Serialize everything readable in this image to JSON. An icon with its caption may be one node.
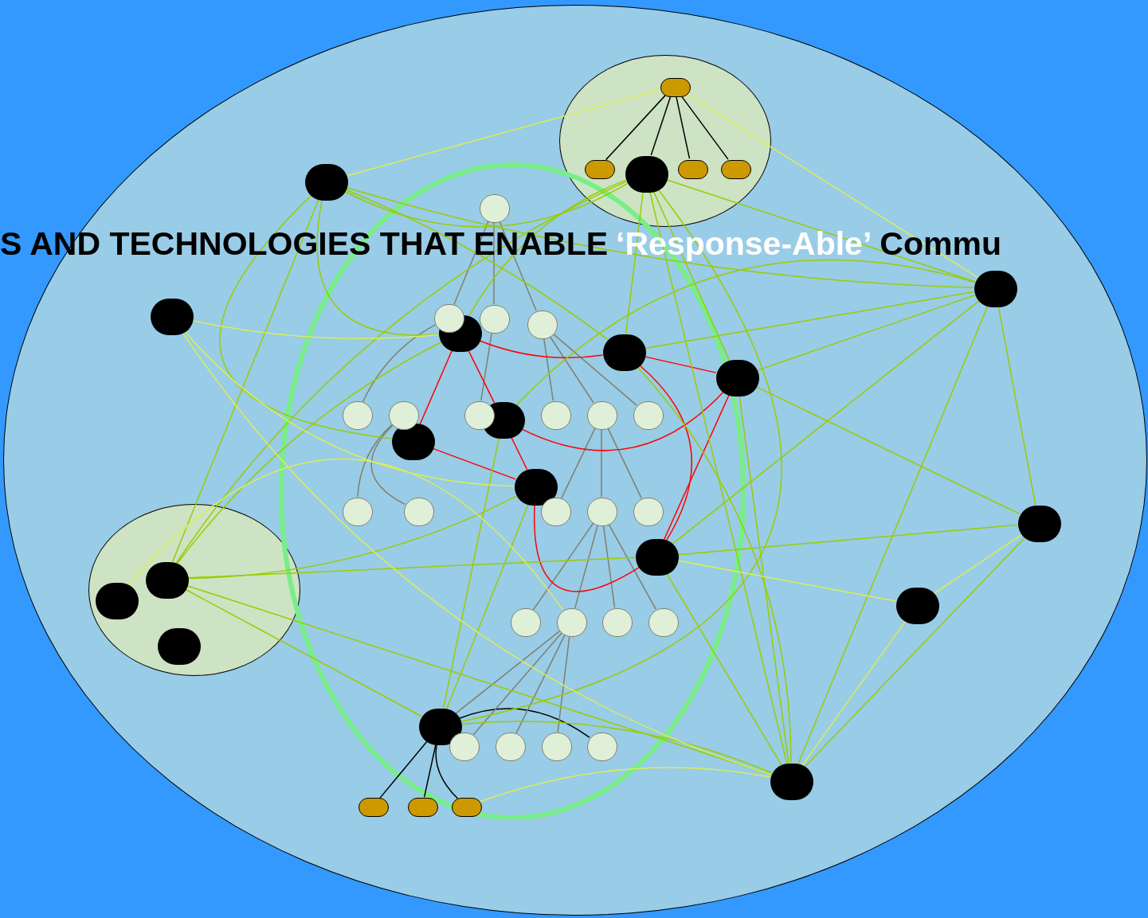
{
  "diagram": {
    "nodes": [
      {
        "text": [],
        "shape": "ellipse"
      },
      {
        "text": [],
        "shape": "ellipse",
        "in": 0
      },
      {
        "text": [],
        "shape": "ellipse",
        "in": 0
      },
      {
        "text": [],
        "shape": "circle",
        "in": 1
      },
      {
        "text": [],
        "shape": "circle",
        "in": 1
      },
      {
        "text": [],
        "shape": "circle",
        "in": 1
      },
      {
        "text": [],
        "shape": "circle",
        "in": 1
      },
      {
        "text": [],
        "shape": "circle",
        "in": 1
      },
      {
        "text": [],
        "shape": "circle",
        "in": 0
      },
      {
        "text": [],
        "shape": "circle",
        "in": 0
      },
      {
        "text": [],
        "shape": "circle",
        "in": 0
      },
      {
        "text": [],
        "shape": "circle",
        "in": 0
      },
      {
        "text": [],
        "shape": "circle",
        "in": 0
      },
      {
        "text": [],
        "shape": "circle",
        "in": 0
      },
      {
        "text": [],
        "shape": "circle",
        "in": 0
      },
      {
        "text": [],
        "shape": "circle",
        "in": 0
      },
      {
        "text": [],
        "shape": "circle",
        "in": 0
      },
      {
        "text": [],
        "shape": "circle",
        "in": 0
      },
      {
        "text": [],
        "shape": "circle",
        "in": 0
      },
      {
        "text": [],
        "shape": "circle",
        "in": 0
      },
      {
        "text": [],
        "shape": "circle",
        "in": 0
      },
      {
        "text": [],
        "shape": "circle",
        "in": 0
      },
      {
        "text": [],
        "shape": "circle",
        "in": 2
      },
      {
        "text": [],
        "shape": "circle",
        "in": 2
      },
      {
        "text": [],
        "shape": "circle",
        "in": 2
      },
      {
        "text": [],
        "shape": "circle",
        "in": 0
      },
      {
        "text": [],
        "shape": "circle",
        "in": 0
      },
      {
        "text": [],
        "shape": "circle",
        "in": 0
      },
      {
        "text": [],
        "shape": "circle",
        "in": 0
      },
      {
        "text": [],
        "shape": "circle",
        "in": 0
      },
      {
        "text": [],
        "shape": "circle",
        "in": 0
      },
      {
        "text": [],
        "shape": "circle",
        "in": 0
      },
      {
        "text": [],
        "shape": "circle",
        "in": 0
      },
      {
        "text": [],
        "shape": "circle",
        "in": 0
      },
      {
        "text": [],
        "shape": "circle",
        "in": 0
      },
      {
        "text": [],
        "shape": "circle",
        "in": 0
      },
      {
        "text": [],
        "shape": "circle",
        "in": 0
      },
      {
        "text": [],
        "shape": "circle",
        "in": 0
      },
      {
        "text": [],
        "shape": "circle",
        "in": 0
      },
      {
        "text": [],
        "shape": "circle",
        "in": 0
      },
      {
        "text": [],
        "shape": "circle",
        "in": 0
      },
      {
        "text": [],
        "shape": "circle",
        "in": 0
      },
      {
        "text": [],
        "shape": "circle",
        "in": 0
      },
      {
        "text": [],
        "shape": "circle",
        "in": 0
      },
      {
        "text": [],
        "shape": "circle",
        "in": 0
      },
      {
        "text": [],
        "shape": "circle",
        "in": 0
      },
      {
        "text": [],
        "shape": "circle",
        "in": 0
      },
      {
        "text": [],
        "shape": "circle",
        "in": 0
      },
      {
        "text": [],
        "shape": "circle",
        "in": 0
      },
      {
        "text": [],
        "shape": "circle",
        "in": 0
      },
      {
        "text": [],
        "shape": "circle",
        "in": 0
      }
    ],
    "edges": [
      {
        "from": 3,
        "to": 4,
        "arrow": "none",
        "color": "#000000"
      },
      {
        "from": 3,
        "to": 7,
        "arrow": "none",
        "color": "#000000"
      },
      {
        "from": 3,
        "to": 5,
        "arrow": "none",
        "color": "#000000"
      },
      {
        "from": 3,
        "to": 6,
        "arrow": "none",
        "color": "#000000"
      },
      {
        "from": 20,
        "to": 47,
        "arrow": "none",
        "color": "#000000"
      },
      {
        "from": 20,
        "to": 48,
        "arrow": "none",
        "color": "#000000"
      },
      {
        "from": 20,
        "to": 49,
        "arrow": "none",
        "color": "#000000"
      },
      {
        "from": 20,
        "to": 50,
        "arrow": "none",
        "color": "#000000"
      },
      {
        "from": 25,
        "to": 26,
        "arrow": "none",
        "color": "#808070"
      },
      {
        "from": 25,
        "to": 27,
        "arrow": "none",
        "color": "#808070"
      },
      {
        "from": 25,
        "to": 28,
        "arrow": "none",
        "color": "#808070"
      },
      {
        "from": 26,
        "to": 29,
        "arrow": "none",
        "color": "#808070"
      },
      {
        "from": 27,
        "to": 31,
        "arrow": "none",
        "color": "#808070"
      },
      {
        "from": 28,
        "to": 32,
        "arrow": "none",
        "color": "#808070"
      },
      {
        "from": 28,
        "to": 33,
        "arrow": "none",
        "color": "#808070"
      },
      {
        "from": 28,
        "to": 34,
        "arrow": "none",
        "color": "#808070"
      },
      {
        "from": 30,
        "to": 35,
        "arrow": "none",
        "color": "#808070"
      },
      {
        "from": 30,
        "to": 36,
        "arrow": "none",
        "color": "#808070"
      },
      {
        "from": 33,
        "to": 37,
        "arrow": "none",
        "color": "#808070"
      },
      {
        "from": 33,
        "to": 38,
        "arrow": "none",
        "color": "#808070"
      },
      {
        "from": 33,
        "to": 39,
        "arrow": "none",
        "color": "#808070"
      },
      {
        "from": 38,
        "to": 40,
        "arrow": "none",
        "color": "#808070"
      },
      {
        "from": 38,
        "to": 41,
        "arrow": "none",
        "color": "#808070"
      },
      {
        "from": 38,
        "to": 42,
        "arrow": "none",
        "color": "#808070"
      },
      {
        "from": 38,
        "to": 43,
        "arrow": "none",
        "color": "#808070"
      },
      {
        "from": 41,
        "to": 20,
        "arrow": "none",
        "color": "#808070"
      },
      {
        "from": 41,
        "to": 44,
        "arrow": "none",
        "color": "#808070"
      },
      {
        "from": 41,
        "to": 45,
        "arrow": "none",
        "color": "#808070"
      },
      {
        "from": 41,
        "to": 46,
        "arrow": "none",
        "color": "#808070"
      },
      {
        "from": 11,
        "to": 12,
        "arrow": "none",
        "color": "#ff0000"
      },
      {
        "from": 12,
        "to": 13,
        "arrow": "none",
        "color": "#ff0000"
      },
      {
        "from": 11,
        "to": 14,
        "arrow": "none",
        "color": "#ff0000"
      },
      {
        "from": 11,
        "to": 15,
        "arrow": "none",
        "color": "#ff0000"
      },
      {
        "from": 15,
        "to": 16,
        "arrow": "none",
        "color": "#ff0000"
      },
      {
        "from": 14,
        "to": 16,
        "arrow": "none",
        "color": "#ff0000"
      },
      {
        "from": 16,
        "to": 17,
        "arrow": "none",
        "color": "#ff0000"
      },
      {
        "from": 12,
        "to": 17,
        "arrow": "none",
        "color": "#ff0000"
      },
      {
        "from": 13,
        "to": 17,
        "arrow": "none",
        "color": "#ff0000"
      },
      {
        "from": 14,
        "to": 13,
        "arrow": "none",
        "color": "#ff0000"
      },
      {
        "from": 8,
        "to": 7,
        "arrow": "none"
      },
      {
        "from": 8,
        "to": 10,
        "arrow": "none"
      },
      {
        "from": 8,
        "to": 11,
        "arrow": "none"
      },
      {
        "from": 8,
        "to": 12,
        "arrow": "none"
      },
      {
        "from": 8,
        "to": 15,
        "arrow": "none"
      },
      {
        "from": 8,
        "to": 23,
        "arrow": "none"
      },
      {
        "from": 7,
        "to": 10,
        "arrow": "none"
      },
      {
        "from": 7,
        "to": 12,
        "arrow": "none"
      },
      {
        "from": 7,
        "to": 13,
        "arrow": "none"
      },
      {
        "from": 7,
        "to": 21,
        "arrow": "none"
      },
      {
        "from": 7,
        "to": 20,
        "arrow": "none"
      },
      {
        "from": 7,
        "to": 23,
        "arrow": "none"
      },
      {
        "from": 7,
        "to": 11,
        "arrow": "none"
      },
      {
        "from": 10,
        "to": 12,
        "arrow": "none"
      },
      {
        "from": 10,
        "to": 13,
        "arrow": "none"
      },
      {
        "from": 10,
        "to": 14,
        "arrow": "none"
      },
      {
        "from": 10,
        "to": 17,
        "arrow": "none"
      },
      {
        "from": 10,
        "to": 18,
        "arrow": "none"
      },
      {
        "from": 10,
        "to": 21,
        "arrow": "none"
      },
      {
        "from": 13,
        "to": 18,
        "arrow": "none"
      },
      {
        "from": 13,
        "to": 21,
        "arrow": "none"
      },
      {
        "from": 17,
        "to": 18,
        "arrow": "none"
      },
      {
        "from": 17,
        "to": 23,
        "arrow": "none"
      },
      {
        "from": 17,
        "to": 21,
        "arrow": "none"
      },
      {
        "from": 18,
        "to": 21,
        "arrow": "none"
      },
      {
        "from": 16,
        "to": 23,
        "arrow": "none"
      },
      {
        "from": 16,
        "to": 20,
        "arrow": "none"
      },
      {
        "from": 11,
        "to": 23,
        "arrow": "none"
      },
      {
        "from": 23,
        "to": 21,
        "arrow": "none"
      },
      {
        "from": 23,
        "to": 20,
        "arrow": "none"
      },
      {
        "from": 14,
        "to": 20,
        "arrow": "none"
      },
      {
        "from": 20,
        "to": 21,
        "arrow": "none"
      },
      {
        "from": 12,
        "to": 21,
        "arrow": "none"
      },
      {
        "from": 9,
        "to": 11,
        "arrow": "none",
        "color": "#ddee55"
      },
      {
        "from": 9,
        "to": 16,
        "arrow": "none",
        "color": "#ddee55"
      },
      {
        "from": 9,
        "to": 21,
        "arrow": "none",
        "color": "#ddee55"
      },
      {
        "from": 19,
        "to": 18,
        "arrow": "none",
        "color": "#ddee55"
      },
      {
        "from": 19,
        "to": 17,
        "arrow": "none",
        "color": "#ddee55"
      },
      {
        "from": 19,
        "to": 21,
        "arrow": "none",
        "color": "#ddee55"
      },
      {
        "from": 3,
        "to": 8,
        "arrow": "none",
        "color": "#ddee55"
      },
      {
        "from": 3,
        "to": 10,
        "arrow": "none",
        "color": "#ddee55"
      },
      {
        "from": 22,
        "to": 41,
        "arrow": "none",
        "color": "#ddee55"
      },
      {
        "from": 21,
        "to": 50,
        "arrow": "none",
        "color": "#ddee55"
      }
    ],
    "labels": [
      "S AND TECHNOLOGIES THAT ENABLE",
      "‘Response-Able’",
      "Commu"
    ]
  }
}
